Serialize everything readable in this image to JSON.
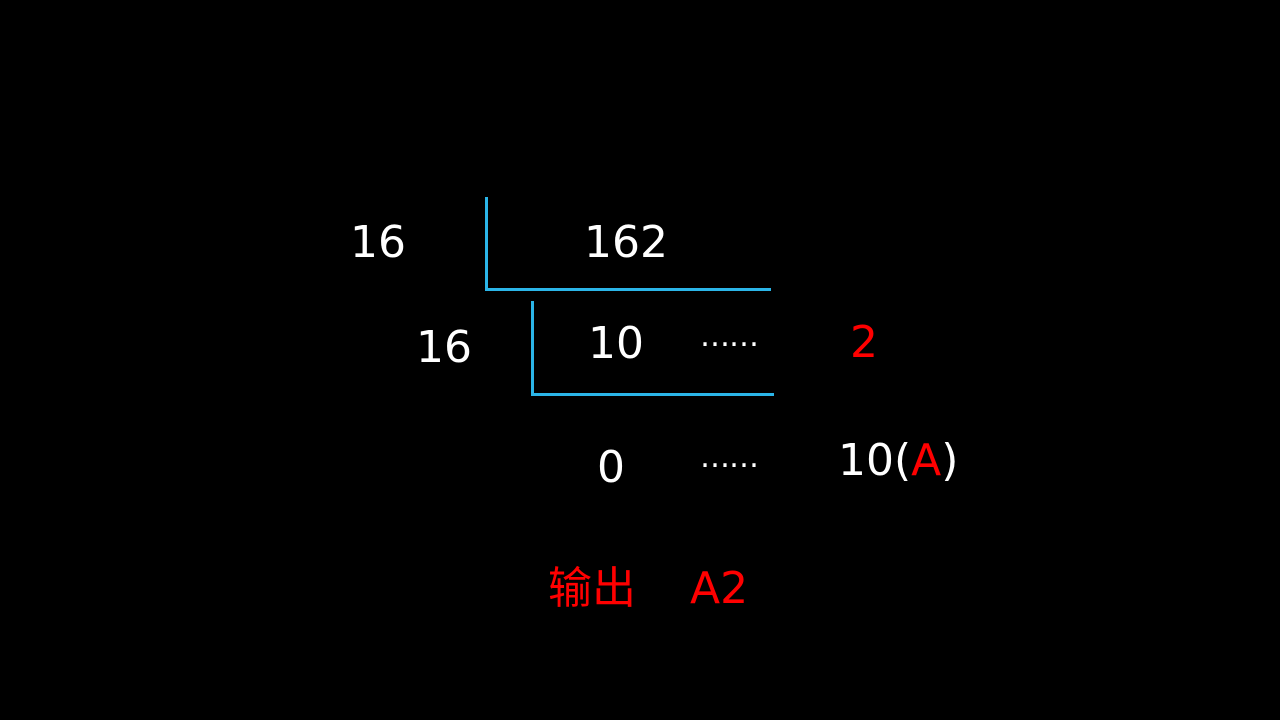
{
  "colors": {
    "background": "#000000",
    "text": "#ffffff",
    "highlight": "#ff0000",
    "bracket": "#2bb5e8"
  },
  "steps": [
    {
      "divisor": "16",
      "dividend": "162"
    },
    {
      "divisor": "16",
      "quotient": "10",
      "dots": "……",
      "remainder": "2"
    },
    {
      "quotient": "0",
      "dots": "……",
      "remainder_prefix": "10(",
      "remainder_hex": "A",
      "remainder_suffix": ")"
    }
  ],
  "output": {
    "label": "输出",
    "value": "A2"
  }
}
